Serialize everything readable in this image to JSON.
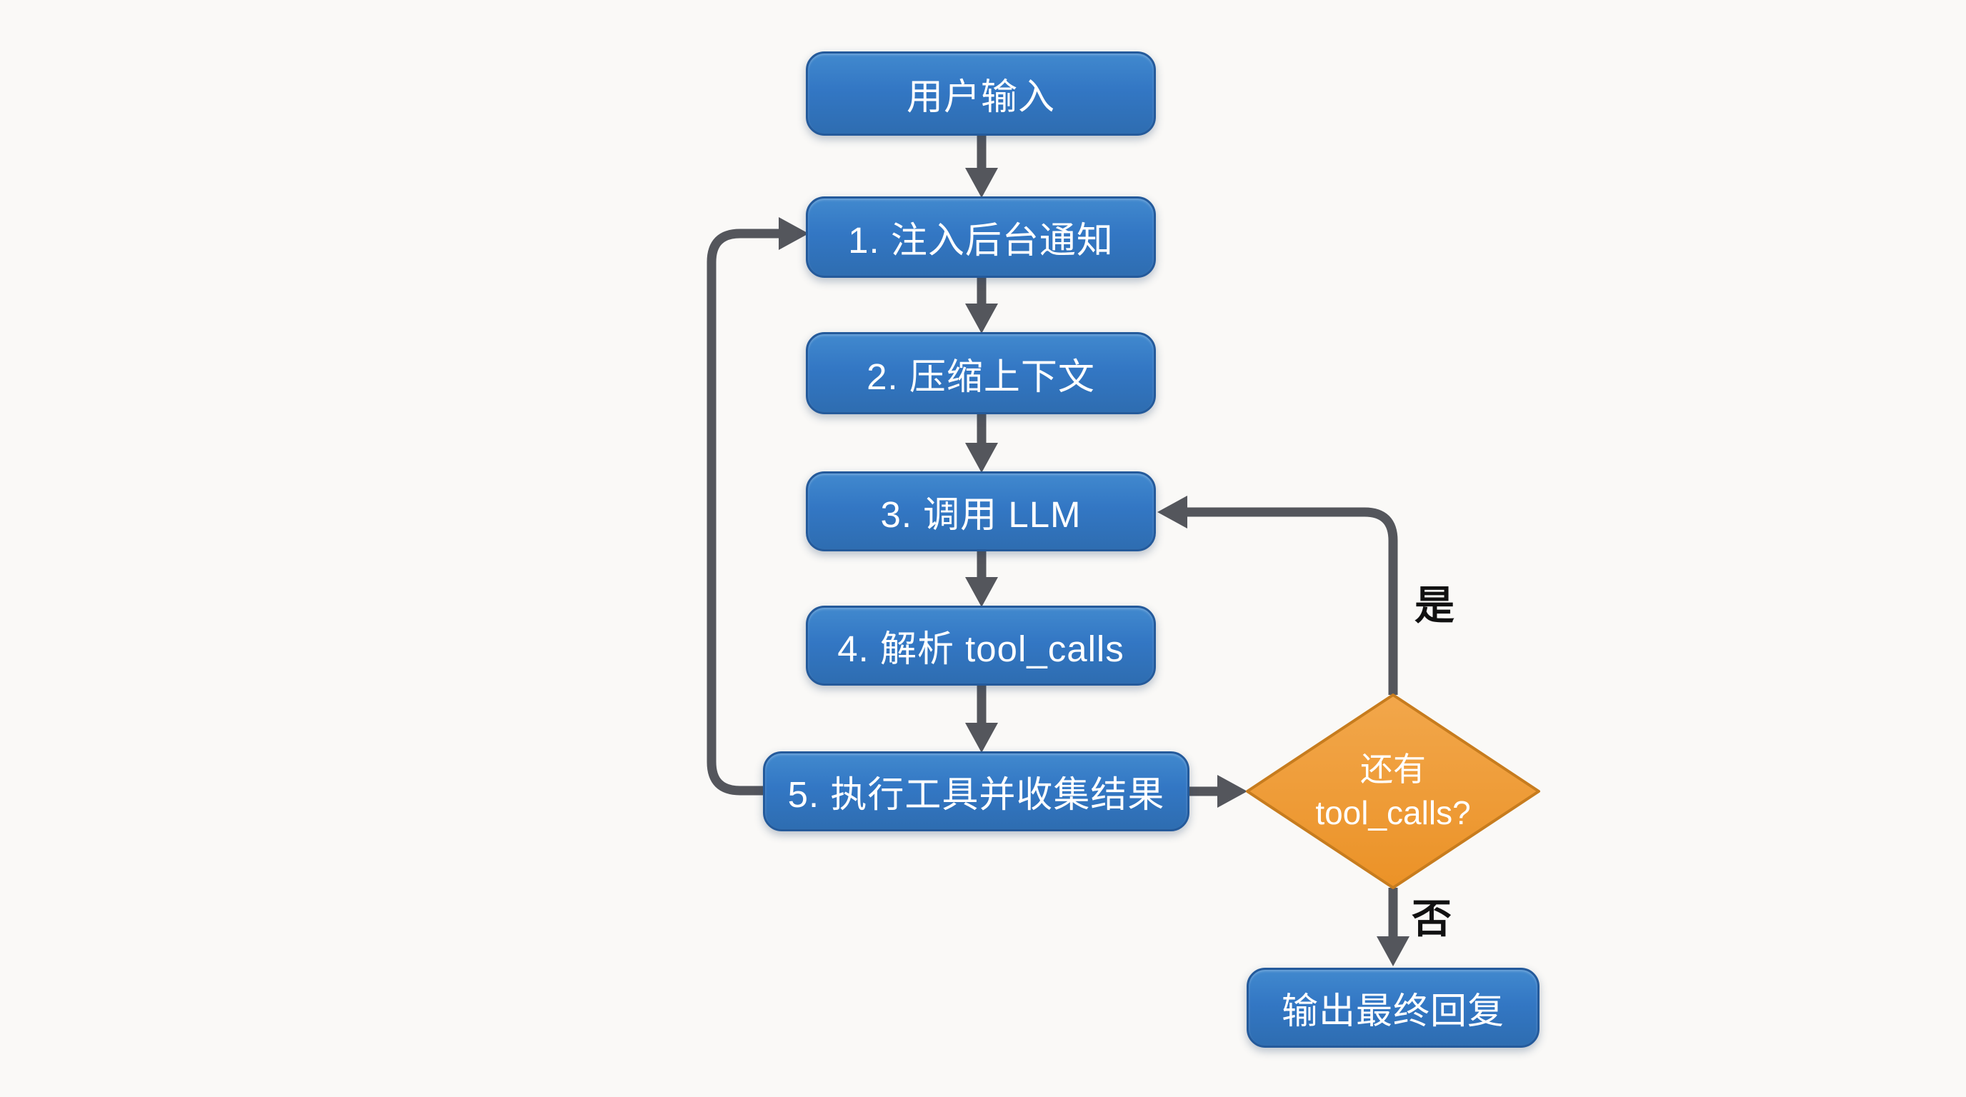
{
  "diagram": {
    "nodes": {
      "user_input": {
        "label": "用户输入"
      },
      "step1": {
        "label": "1. 注入后台通知"
      },
      "step2": {
        "label": "2. 压缩上下文"
      },
      "step3": {
        "label": "3. 调用 LLM"
      },
      "step4": {
        "label": "4. 解析 tool_calls"
      },
      "step5": {
        "label": "5. 执行工具并收集结果"
      },
      "decision": {
        "line1": "还有",
        "line2": "tool_calls?"
      },
      "output": {
        "label": "输出最终回复"
      }
    },
    "edges": {
      "yes_label": "是",
      "no_label": "否",
      "flow": [
        {
          "from": "用户输入",
          "to": "1. 注入后台通知"
        },
        {
          "from": "1. 注入后台通知",
          "to": "2. 压缩上下文"
        },
        {
          "from": "2. 压缩上下文",
          "to": "3. 调用 LLM"
        },
        {
          "from": "3. 调用 LLM",
          "to": "4. 解析 tool_calls"
        },
        {
          "from": "4. 解析 tool_calls",
          "to": "5. 执行工具并收集结果"
        },
        {
          "from": "5. 执行工具并收集结果",
          "to": "还有 tool_calls?"
        },
        {
          "from": "还有 tool_calls?",
          "to": "3. 调用 LLM",
          "label": "是"
        },
        {
          "from": "还有 tool_calls?",
          "to": "输出最终回复",
          "label": "否"
        },
        {
          "from": "5. 执行工具并收集结果",
          "to": "1. 注入后台通知"
        }
      ]
    },
    "colors": {
      "process_fill_top": "#4189ce",
      "process_fill_bottom": "#2e6db1",
      "process_border": "#245a9b",
      "decision_fill_top": "#f2a74b",
      "decision_fill_bottom": "#eb9227",
      "decision_border": "#c77c1e",
      "connector": "#54565c",
      "node_text": "#ffffff",
      "edge_label_text": "#111111",
      "background": "#faf9f7"
    }
  }
}
